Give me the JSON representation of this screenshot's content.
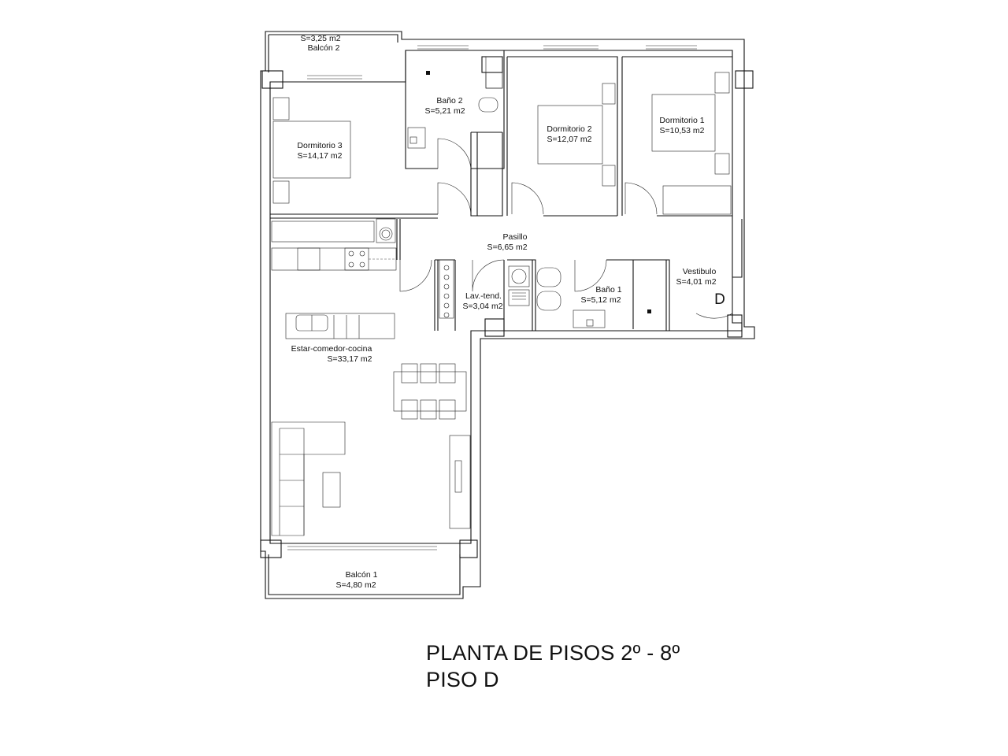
{
  "title": {
    "line1": "PLANTA DE PISOS 2º - 8º",
    "line2": "PISO D"
  },
  "rooms": {
    "balcon2": {
      "name": "Balcón 2",
      "area": "S=3,25 m2"
    },
    "bano2": {
      "name": "Baño 2",
      "area": "S=5,21 m2"
    },
    "dormitorio2": {
      "name": "Dormitorio 2",
      "area": "S=12,07 m2"
    },
    "dormitorio1": {
      "name": "Dormitorio 1",
      "area": "S=10,53 m2"
    },
    "dormitorio3": {
      "name": "Dormitorio 3",
      "area": "S=14,17 m2"
    },
    "pasillo": {
      "name": "Pasillo",
      "area": "S=6,65 m2"
    },
    "vestibulo": {
      "name": "Vestibulo",
      "area": "S=4,01 m2"
    },
    "lavtend": {
      "name": "Lav.-tend.",
      "area": "S=3,04 m2"
    },
    "bano1": {
      "name": "Baño 1",
      "area": "S=5,12 m2"
    },
    "estar": {
      "name": "Estar-comedor-cocina",
      "area": "S=33,17 m2"
    },
    "balcon1": {
      "name": "Balcón 1",
      "area": "S=4,80 m2"
    }
  },
  "unit_letter": "D",
  "colors": {
    "line": "#111111",
    "background": "#ffffff"
  }
}
